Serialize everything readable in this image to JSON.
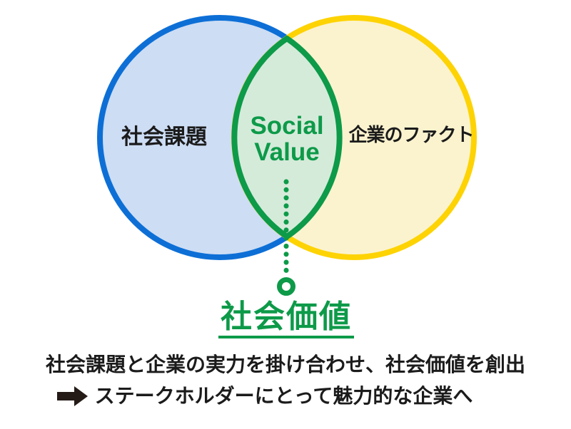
{
  "diagram": {
    "left_circle": {
      "label": "社会課題",
      "stroke_color": "#0d6fd6",
      "fill_color": "#cdddf4"
    },
    "right_circle": {
      "label": "企業のファクト",
      "stroke_color": "#fdd303",
      "fill_color": "#fbf3ce"
    },
    "intersection": {
      "label_line1": "Social",
      "label_line2": "Value",
      "stroke_color": "#0d9a49",
      "fill_color": "#d5ebda"
    },
    "connector": {
      "color": "#0d9a49",
      "endpoint_fill": "#ffffff"
    },
    "callout": {
      "label": "社会価値",
      "color": "#0d9a49"
    }
  },
  "footer": {
    "line1": "社会課題と企業の実力を掛け合わせ、社会価値を創出",
    "line2": "ステークホルダーにとって魅力的な企業へ",
    "arrow_icon": "right-arrow",
    "arrow_color": "#241a16",
    "text_color": "#1b1b1b"
  }
}
